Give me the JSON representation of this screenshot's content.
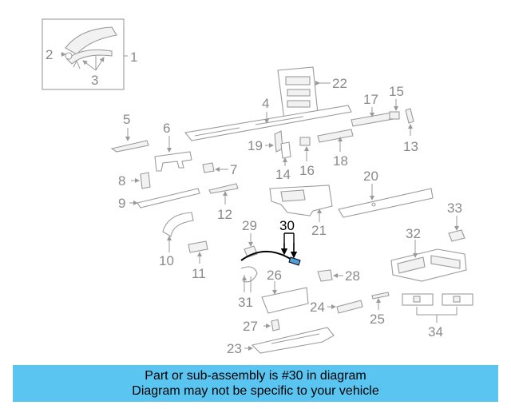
{
  "diagram": {
    "callouts": [
      "1",
      "2",
      "3",
      "4",
      "5",
      "6",
      "7",
      "8",
      "9",
      "10",
      "11",
      "12",
      "13",
      "14",
      "15",
      "16",
      "17",
      "18",
      "19",
      "20",
      "21",
      "22",
      "23",
      "24",
      "25",
      "26",
      "27",
      "28",
      "29",
      "30",
      "31",
      "32",
      "33",
      "34"
    ],
    "highlight": "30",
    "colors": {
      "line": "#9a9a9a",
      "highlight": "#000000",
      "highlight_part": "#4f9fd8"
    }
  },
  "banner": {
    "line1": "Part or sub-assembly is #30 in diagram",
    "line2": "Diagram may not be specific to your vehicle",
    "color": "#5bc5f2"
  }
}
